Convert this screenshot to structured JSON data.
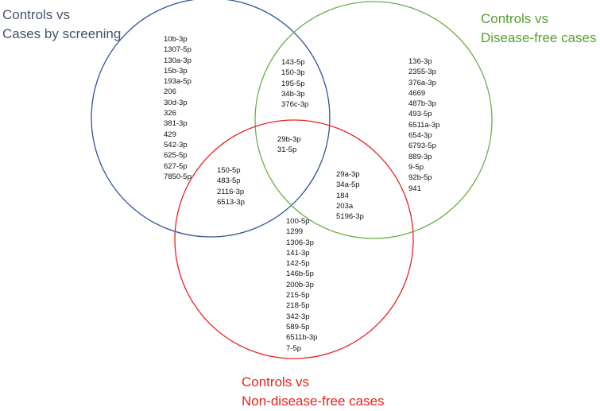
{
  "sets": [
    {
      "id": "A",
      "title_lines": [
        "Controls vs",
        "Cases by screening"
      ],
      "color": "#2e5597"
    },
    {
      "id": "B",
      "title_lines": [
        "Controls vs",
        "Disease-free cases"
      ],
      "color": "#6ab04c"
    },
    {
      "id": "C",
      "title_lines": [
        "Controls vs",
        "Non-disease-free cases"
      ],
      "color": "#e8231d"
    }
  ],
  "regions": {
    "a_only": [
      "10b-3p",
      "1307-5p",
      "130a-3p",
      "15b-3p",
      "193a-5p",
      "206",
      "30d-3p",
      "326",
      "381-3p",
      "429",
      "542-3p",
      "625-5p",
      "627-5p",
      "7850-5p"
    ],
    "ab": [
      "143-5p",
      "150-3p",
      "195-5p",
      "34b-3p",
      "376c-3p"
    ],
    "b_only": [
      "136-3p",
      "2355-3p",
      "376a-3p",
      "4669",
      "487b-3p",
      "493-5p",
      "6511a-3p",
      "654-3p",
      "6793-5p",
      "889-3p",
      "9-5p",
      "92b-5p",
      "941"
    ],
    "abc": [
      "29b-3p",
      "31-5p"
    ],
    "ac": [
      "150-5p",
      "483-5p",
      "2116-3p",
      "6513-3p"
    ],
    "bc": [
      "29a-3p",
      "34a-5p",
      "184",
      "203a",
      "5196-3p"
    ],
    "c_only": [
      "100-5p",
      "1299",
      "1306-3p",
      "141-3p",
      "142-5p",
      "146b-5p",
      "200b-3p",
      "215-5p",
      "218-5p",
      "342-3p",
      "589-5p",
      "6511b-3p",
      "7-5p"
    ]
  }
}
